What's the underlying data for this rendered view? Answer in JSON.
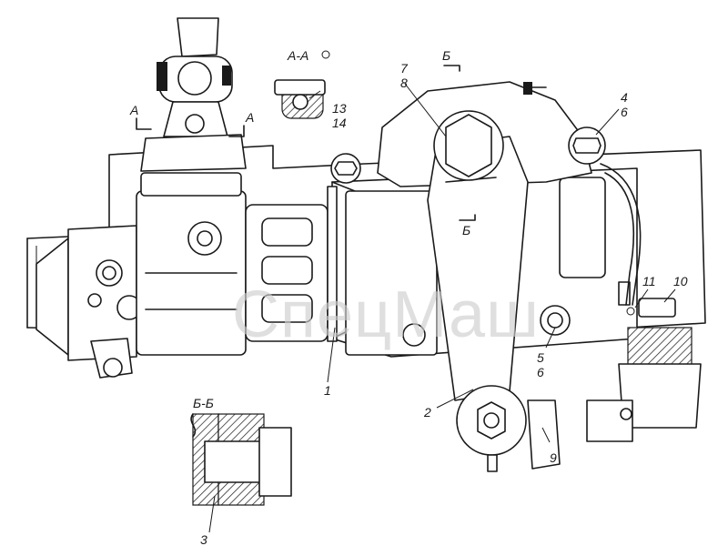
{
  "watermark": "СпецМаш",
  "sections": {
    "a_a": "А-А",
    "b_b": "Б-Б",
    "mark_a_left": "А",
    "mark_a_right": "А",
    "mark_b_top": "Б",
    "mark_b_bottom": "Б"
  },
  "callouts": [
    {
      "id": "c1",
      "text": "1"
    },
    {
      "id": "c2",
      "text": "2"
    },
    {
      "id": "c3",
      "text": "3"
    },
    {
      "id": "c4",
      "text": "4"
    },
    {
      "id": "c5",
      "text": "5"
    },
    {
      "id": "c6a",
      "text": "6"
    },
    {
      "id": "c6b",
      "text": "6"
    },
    {
      "id": "c7",
      "text": "7"
    },
    {
      "id": "c8",
      "text": "8"
    },
    {
      "id": "c9",
      "text": "9"
    },
    {
      "id": "c10",
      "text": "10"
    },
    {
      "id": "c11",
      "text": "11"
    },
    {
      "id": "c13",
      "text": "13"
    },
    {
      "id": "c14",
      "text": "14"
    }
  ]
}
